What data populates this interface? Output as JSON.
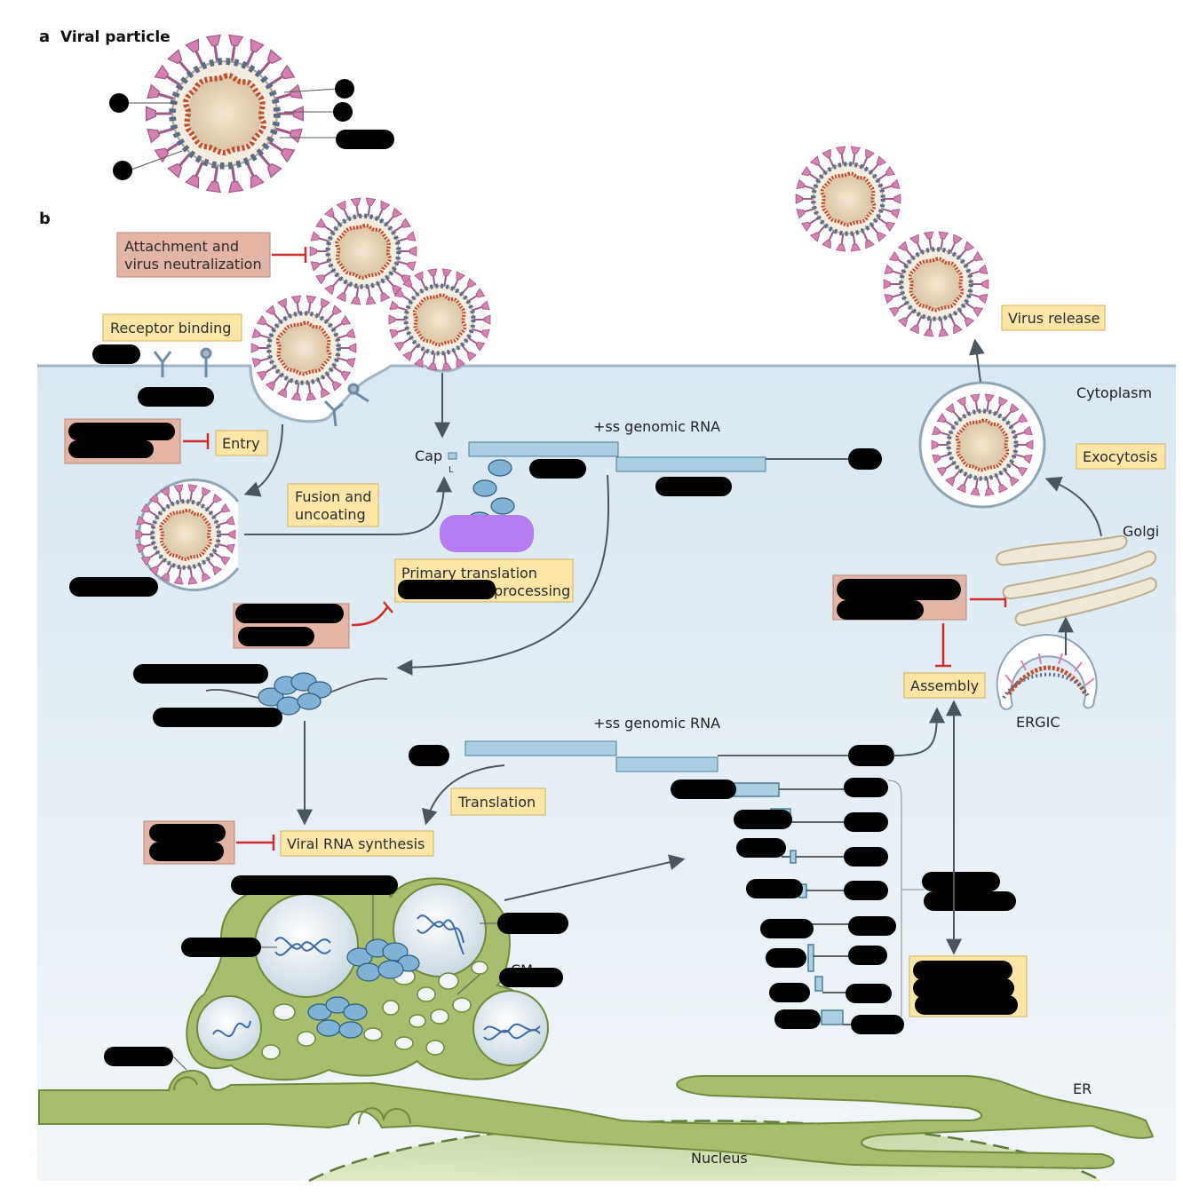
{
  "panels": {
    "a_letter": "a",
    "a_title": "Viral particle",
    "b_letter": "b"
  },
  "steps": {
    "attachment": [
      "Attachment and",
      "virus neutralization"
    ],
    "receptor_binding": "Receptor binding",
    "entry": "Entry",
    "fusion": [
      "Fusion and",
      "uncoating"
    ],
    "primary_translation": [
      "Primary translation",
      "processing"
    ],
    "viral_rna_synthesis": "Viral RNA synthesis",
    "translation": "Translation",
    "assembly": "Assembly",
    "exocytosis": "Exocytosis",
    "virus_release": "Virus release"
  },
  "compartments": {
    "cytoplasm": "Cytoplasm",
    "golgi": "Golgi",
    "ergic": "ERGIC",
    "er": "ER",
    "nucleus": "Nucleus",
    "cm": "CM"
  },
  "rna": {
    "genomic_top": "+ss genomic RNA",
    "genomic_mid": "+ss genomic RNA",
    "cap": "Cap",
    "l_mark": "L"
  },
  "colors": {
    "cytoplasm_top": "#dbe9f2",
    "cytoplasm_bottom": "#eef4f8",
    "step_box": "#fde6a6",
    "inhibitor_box": "#e3b5a6",
    "inhibitor_arrow": "#d12b2b",
    "er_green": "#a6bd6c",
    "rna_blue": "#a9cfe0",
    "spike_pink": "#d77fb0"
  },
  "icons": {
    "virion": "coronavirus-particle-icon",
    "receptor": "y-shaped-receptor-icon",
    "ribosome": "ribosome-icon",
    "dna": "double-helix-icon"
  }
}
